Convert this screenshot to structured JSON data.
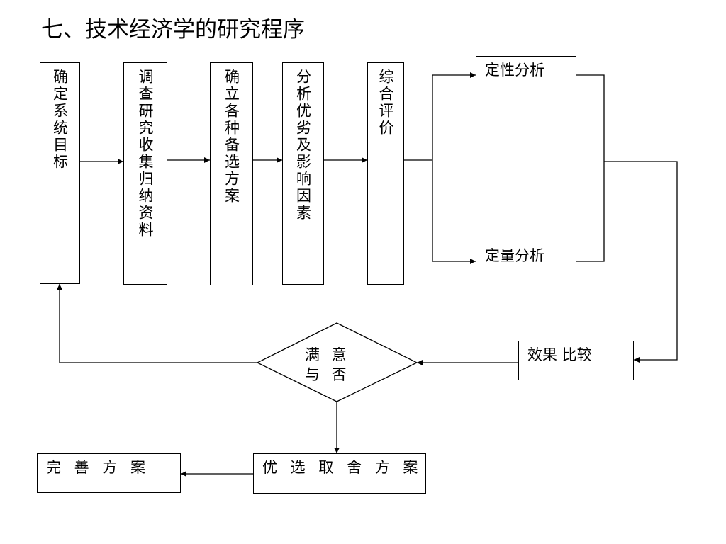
{
  "title": "七、技术经济学的研究程序",
  "nodes": {
    "define_goal": "确定系统目标",
    "investigate_collect": "调查研究收集归纳资料",
    "establish_alternatives": "确立各种备选方案",
    "analyze_factors": "分析优劣及影响因素",
    "comprehensive_evaluation": "综合评价",
    "qualitative_analysis": "定性分析",
    "quantitative_analysis": "定量分析",
    "effect_comparison": "效果 比较",
    "satisfied_or_not": "满 意 与 否",
    "select_plan": "优 选 取 舍 方 案",
    "improve_plan": "完 善 方 案"
  }
}
